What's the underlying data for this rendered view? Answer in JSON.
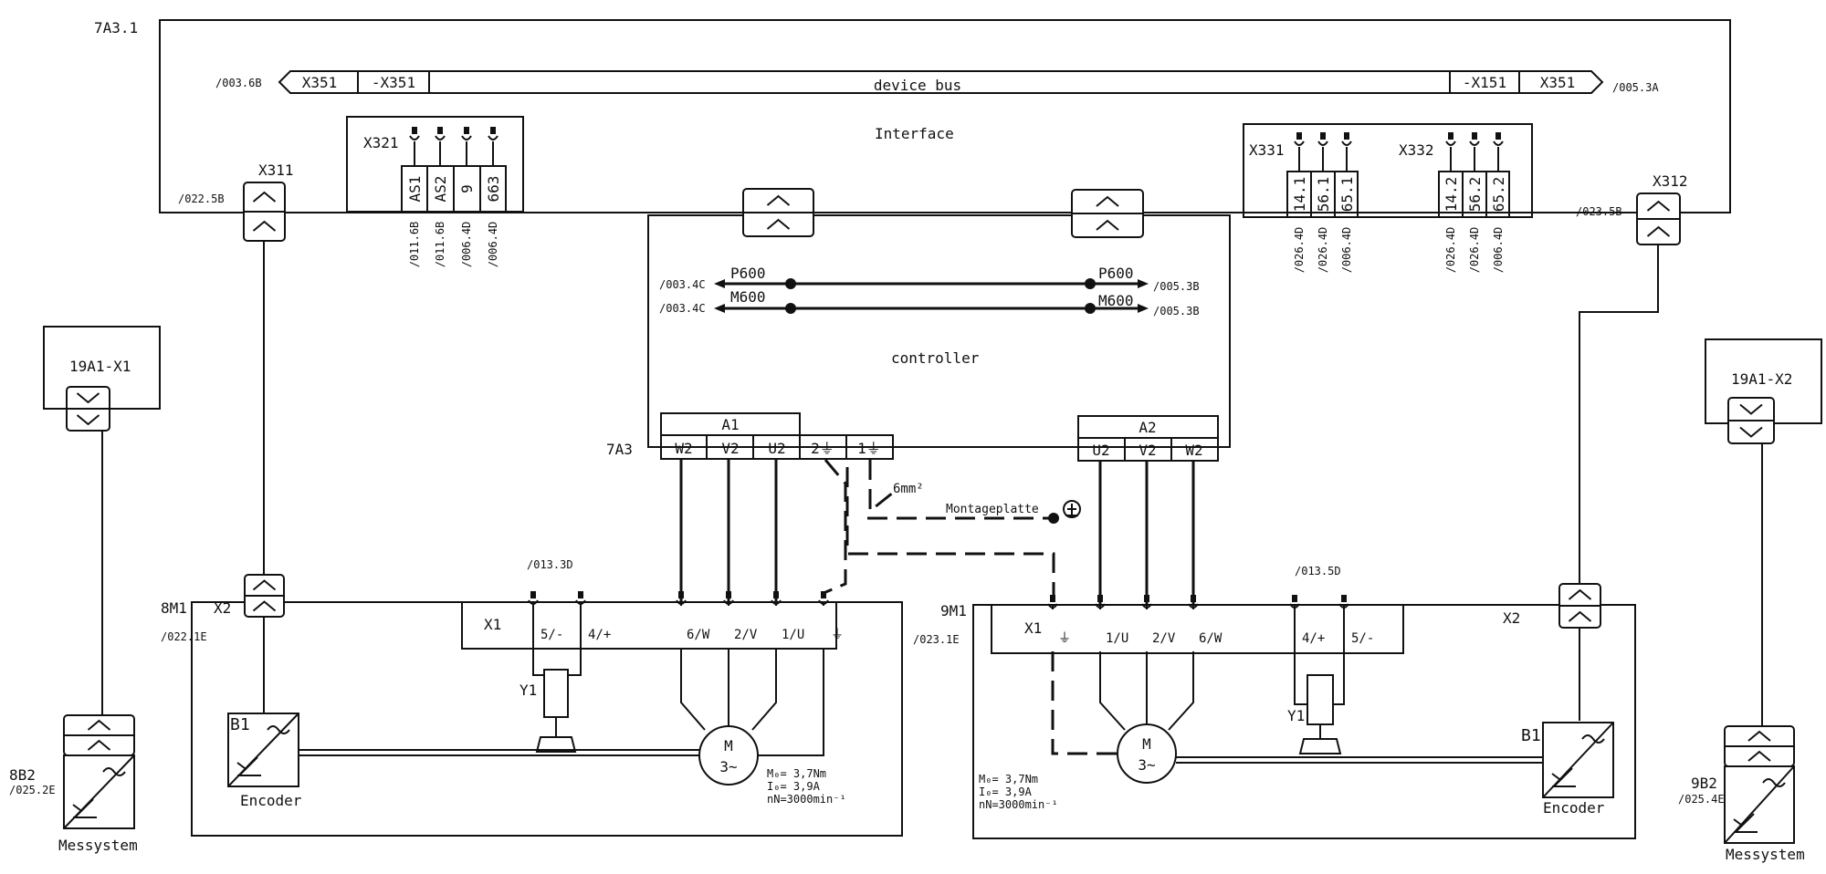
{
  "main_box": {
    "id": "7A3.1",
    "interface_label": "Interface"
  },
  "bus": {
    "left_ref": "/003.6B",
    "left_tag": "X351",
    "left_inner": "-X351",
    "label": "device bus",
    "right_inner": "-X151",
    "right_tag": "X351",
    "right_ref": "/005.3A"
  },
  "x321": {
    "label": "X321",
    "pins": [
      "AS1",
      "AS2",
      "9",
      "663"
    ],
    "refs": [
      "/011.6B",
      "/011.6B",
      "/006.4D",
      "/006.4D"
    ]
  },
  "x331": {
    "label": "X331",
    "pins": [
      "14.1",
      "56.1",
      "65.1"
    ],
    "refs": [
      "/026.4D",
      "/026.4D",
      "/006.4D"
    ]
  },
  "x332": {
    "label": "X332",
    "pins": [
      "14.2",
      "56.2",
      "65.2"
    ],
    "refs": [
      "/026.4D",
      "/026.4D",
      "/006.4D"
    ]
  },
  "x311": {
    "label": "X311",
    "ref": "/022.5B"
  },
  "x312": {
    "label": "X312",
    "ref": "/023.5B"
  },
  "controller": {
    "id": "7A3",
    "label": "controller",
    "p600_left_ref": "/003.4C",
    "p600_label": "P600",
    "p600_right_ref": "/005.3B",
    "m600_left_ref": "/003.4C",
    "m600_label": "M600",
    "m600_right_ref": "/005.3B",
    "a1": {
      "label": "A1",
      "pins": [
        "W2",
        "V2",
        "U2"
      ]
    },
    "a2": {
      "label": "A2",
      "pins": [
        "U2",
        "V2",
        "W2"
      ]
    },
    "pe_pins": [
      "2⏚",
      "1⏚"
    ],
    "cable_size": "6mm²",
    "mounting": "Montageplatte"
  },
  "left_meas": {
    "conn": "19A1-X1",
    "id": "8B2",
    "ref": "/025.2E",
    "label": "Messystem"
  },
  "right_meas": {
    "conn": "19A1-X2",
    "id": "9B2",
    "ref": "/025.4E",
    "label": "Messystem"
  },
  "motor8": {
    "id": "8M1",
    "ref": "/022.1E",
    "x2": "X2",
    "x1": "X1",
    "brake_ref": "/013.3D",
    "brake_pins": [
      "5/-",
      "4/+"
    ],
    "phase_pins": [
      "6/W",
      "2/V",
      "1/U"
    ],
    "brake": "Y1",
    "encoder_id": "B1",
    "encoder": "Encoder",
    "motor_m": "M",
    "motor_ph": "3~",
    "spec1": "M₀= 3,7Nm",
    "spec2": "I₀= 3,9A",
    "spec3": "nN=3000min⁻¹"
  },
  "motor9": {
    "id": "9M1",
    "ref": "/023.1E",
    "x2": "X2",
    "x1": "X1",
    "brake_ref": "/013.5D",
    "brake_pins": [
      "4/+",
      "5/-"
    ],
    "phase_pins": [
      "1/U",
      "2/V",
      "6/W"
    ],
    "brake": "Y1",
    "encoder_id": "B1",
    "encoder": "Encoder",
    "motor_m": "M",
    "motor_ph": "3~",
    "spec1": "M₀= 3,7Nm",
    "spec2": "I₀= 3,9A",
    "spec3": "nN=3000min⁻¹"
  }
}
